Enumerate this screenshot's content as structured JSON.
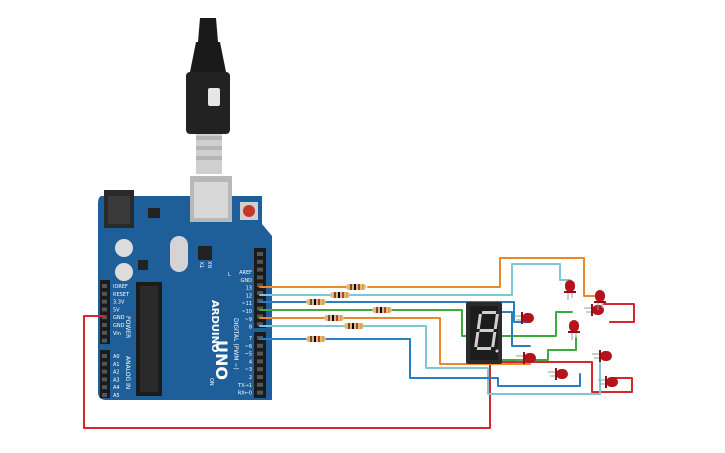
{
  "colors": {
    "board": "#1f5f99",
    "board_dark": "#154a7a",
    "header": "#1b1b1b",
    "wire_orange": "#e8892b",
    "wire_light_blue": "#7cc6d6",
    "wire_blue": "#2a7fc0",
    "wire_green": "#3cab3c",
    "wire_red": "#d8262e",
    "led_red": "#b3141c",
    "resistor_body": "#d9b98a",
    "seg_body": "#2b2b2b",
    "seg_digit": "#d0d0d0"
  },
  "board": {
    "brand": "UNO",
    "arduino_label": "ARDUINO",
    "reset_label": "RESET",
    "power_label": "POWER",
    "analog_label": "ANALOG IN",
    "digital_label": "DIGITAL (PWM ~)",
    "on_label": "ON",
    "tx_label": "TX",
    "rx_label": "RX",
    "l_label": "L",
    "power_pins": [
      "IOREF",
      "RESET",
      "3.3V",
      "5V",
      "GND",
      "GND",
      "Vin"
    ],
    "analog_pins": [
      "A0",
      "A1",
      "A2",
      "A3",
      "A4",
      "A5"
    ],
    "digital_pins_top": [
      "AREF",
      "GND",
      "13",
      "12",
      "~11",
      "~10",
      "~9",
      "8"
    ],
    "digital_pins_bottom": [
      "7",
      "~6",
      "~5",
      "4",
      "~3",
      "2",
      "TX→1",
      "RX←0"
    ]
  },
  "components": {
    "usb_cable": "usb-cable",
    "seven_segment_digit": "8",
    "resistor_count": 7,
    "led_count": 9
  }
}
